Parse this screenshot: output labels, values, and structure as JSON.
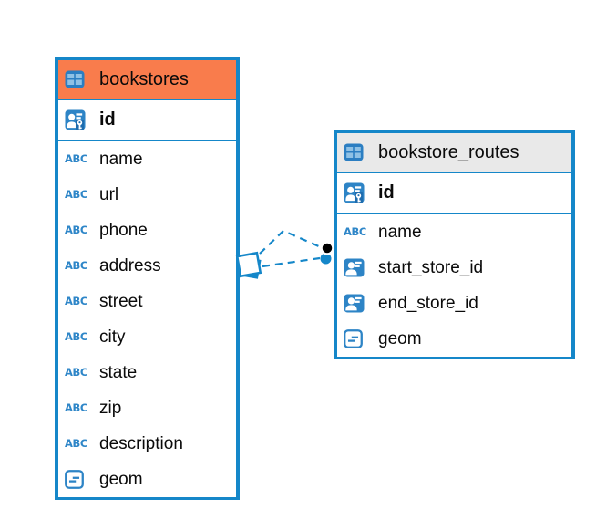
{
  "colors": {
    "accent_blue": "#1587c9",
    "bookstores_header_fill": "#f97c4c",
    "routes_header_fill": "#e9e9e9",
    "icon_fill_blue": "#2d84c6",
    "text": "#0a0a0a"
  },
  "icons": {
    "abc_label": "ABC",
    "table_icon": "table-icon",
    "primary_key_icon": "person-key-icon",
    "foreign_key_icon": "person-card-icon",
    "geometry_icon": "geometry-icon"
  },
  "tables": {
    "bookstores": {
      "title": "bookstores",
      "pk": {
        "name": "id"
      },
      "columns": [
        {
          "name": "name"
        },
        {
          "name": "url"
        },
        {
          "name": "phone"
        },
        {
          "name": "address"
        },
        {
          "name": "street"
        },
        {
          "name": "city"
        },
        {
          "name": "state"
        },
        {
          "name": "zip"
        },
        {
          "name": "description"
        },
        {
          "name": "geom"
        }
      ]
    },
    "bookstore_routes": {
      "title": "bookstore_routes",
      "pk": {
        "name": "id"
      },
      "columns": [
        {
          "name": "name"
        },
        {
          "name": "start_store_id"
        },
        {
          "name": "end_store_id"
        },
        {
          "name": "geom"
        }
      ]
    }
  },
  "relationship": {
    "style": "dashed",
    "from_table": "bookstore_routes",
    "to_table": "bookstores"
  }
}
